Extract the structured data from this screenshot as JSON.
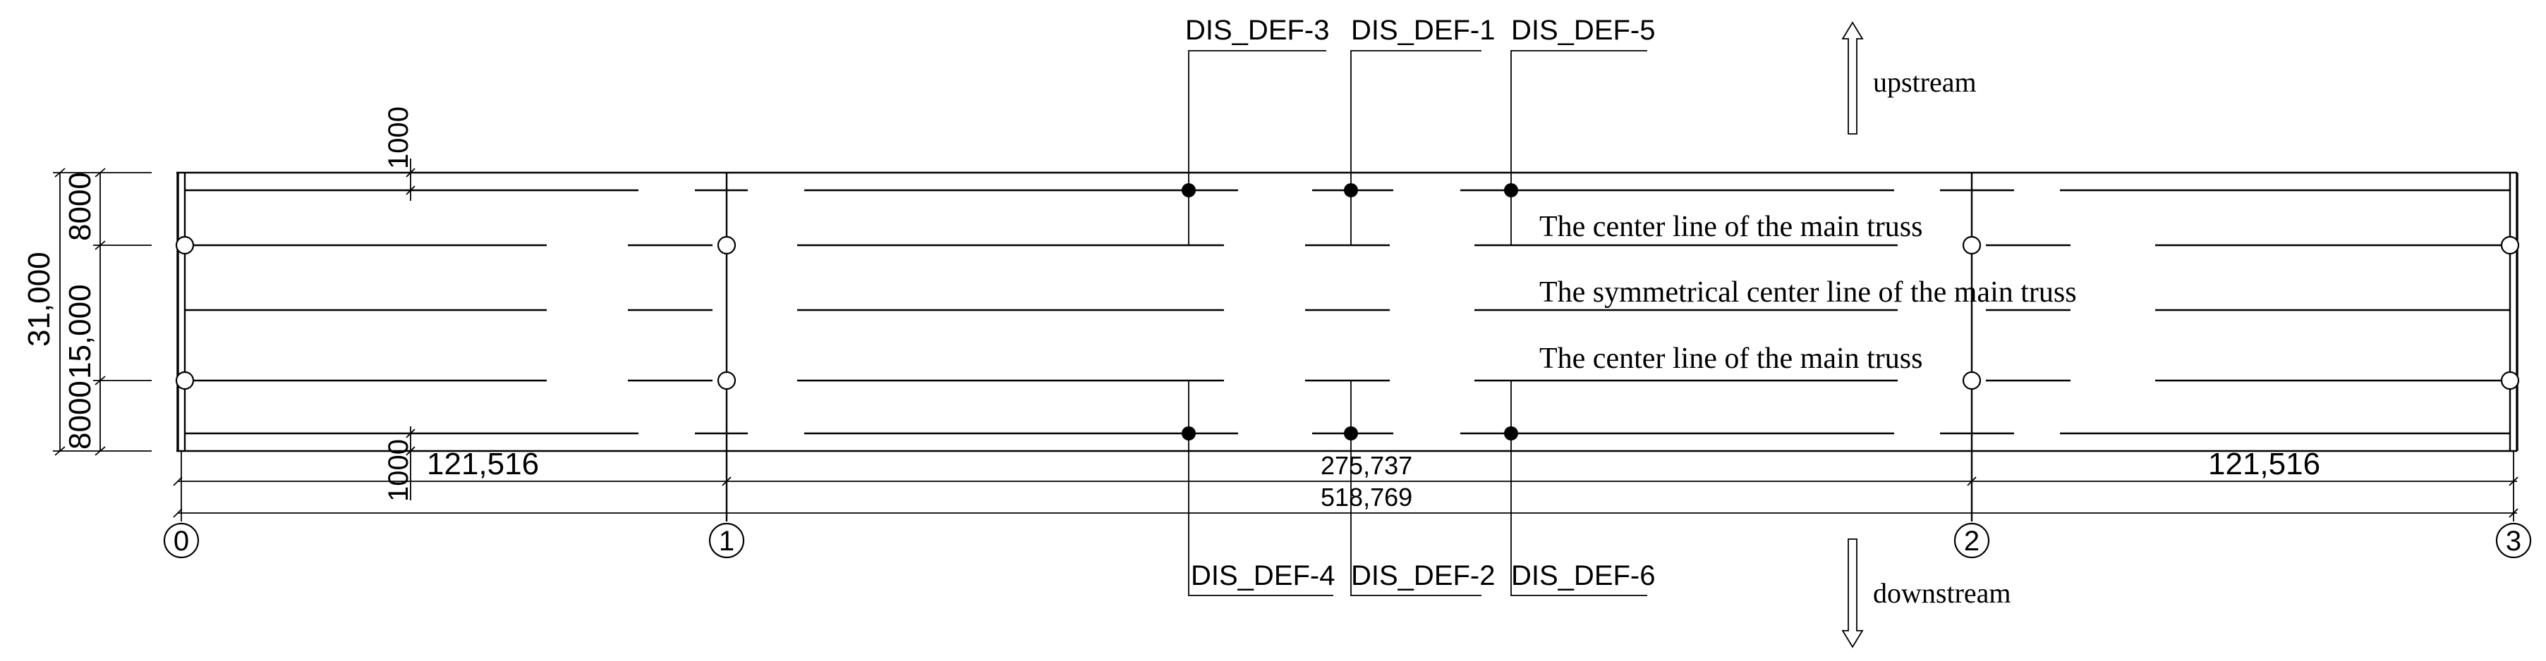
{
  "gauges": [
    {
      "id": "g3",
      "label": "DIS_DEF-3"
    },
    {
      "id": "g1",
      "label": "DIS_DEF-1"
    },
    {
      "id": "g5",
      "label": "DIS_DEF-5"
    },
    {
      "id": "g4",
      "label": "DIS_DEF-4"
    },
    {
      "id": "g2",
      "label": "DIS_DEF-2"
    },
    {
      "id": "g6",
      "label": "DIS_DEF-6"
    }
  ],
  "directions": {
    "upstream": "upstream",
    "downstream": "downstream"
  },
  "notes": {
    "center_line_top": "The center line of the main truss",
    "symmetrical_center_line": "The symmetrical center line of the main truss",
    "center_line_bottom": "The center line of the main truss"
  },
  "dimensions": {
    "offset_top": "1000",
    "offset_bottom": "1000",
    "total_width": "31,000",
    "side_top": "8000",
    "middle": "15,000",
    "side_bottom": "8000",
    "span_left": "121,516",
    "span_middle": "275,737",
    "span_right": "121,516",
    "total_length": "518,769"
  },
  "axis_labels": [
    "0",
    "1",
    "2",
    "3"
  ]
}
